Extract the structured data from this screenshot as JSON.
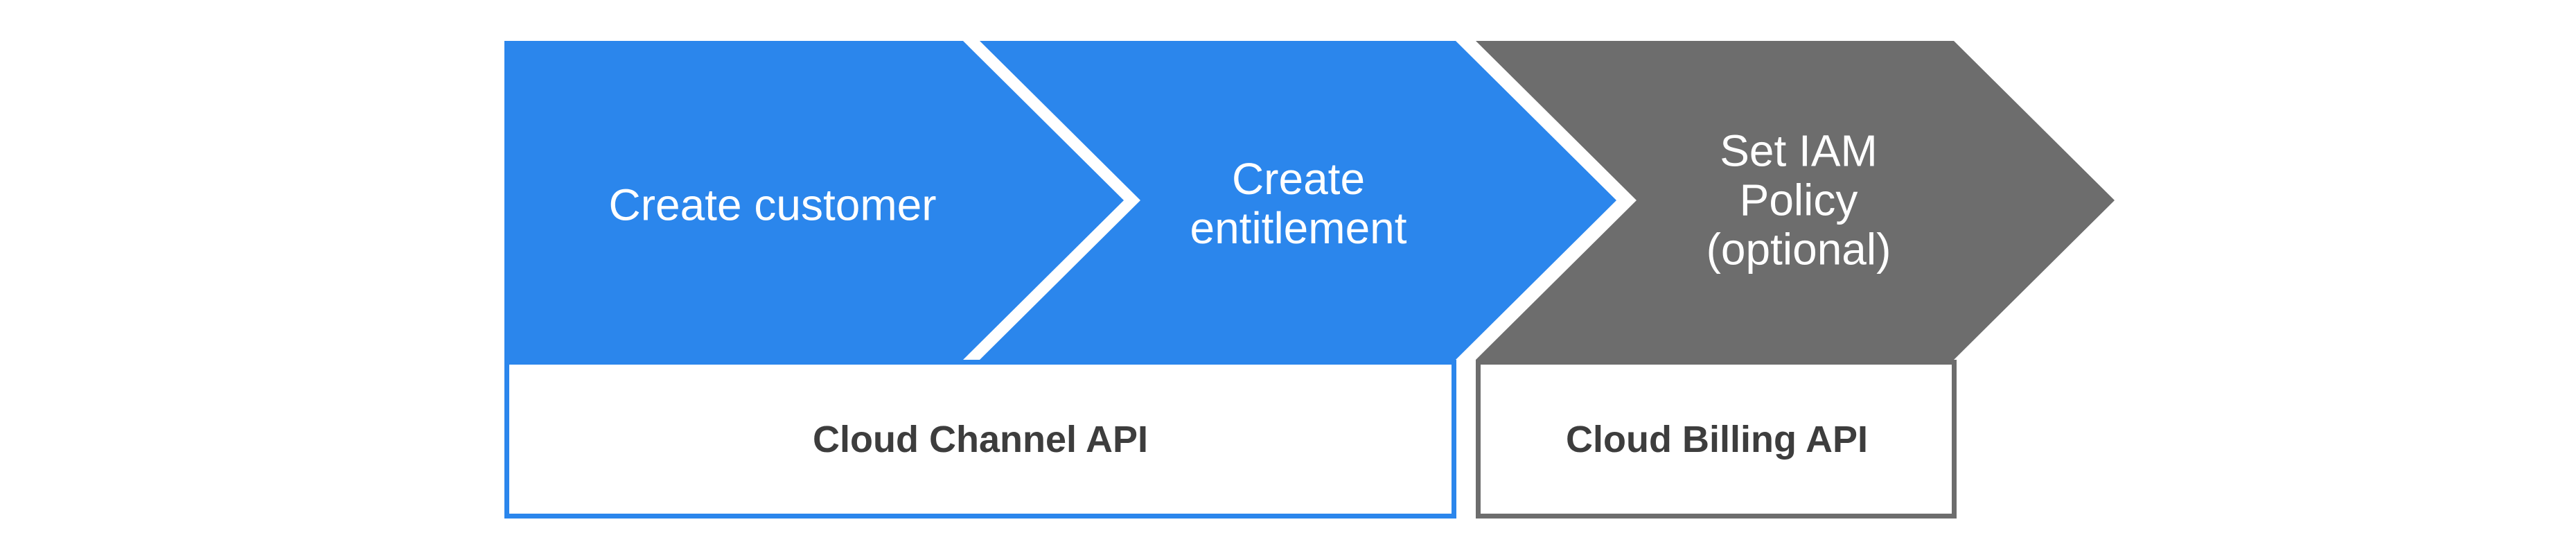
{
  "background_color": "#ffffff",
  "separator_color": "#ffffff",
  "steps": [
    {
      "label": "Create customer",
      "fill": "#2b86ec",
      "text_color": "#ffffff"
    },
    {
      "label": "Create\nentitlement",
      "fill": "#2b86ec",
      "text_color": "#ffffff"
    },
    {
      "label": "Set IAM\nPolicy\n(optional)",
      "fill": "#6d6d6d",
      "text_color": "#ffffff"
    }
  ],
  "api_boxes": [
    {
      "label": "Cloud Channel API",
      "border_color": "#2b86ec",
      "fill": "#ffffff",
      "text_color": "#3d3d3d"
    },
    {
      "label": "Cloud Billing API",
      "border_color": "#6d6d6d",
      "fill": "#ffffff",
      "text_color": "#3d3d3d"
    }
  ]
}
